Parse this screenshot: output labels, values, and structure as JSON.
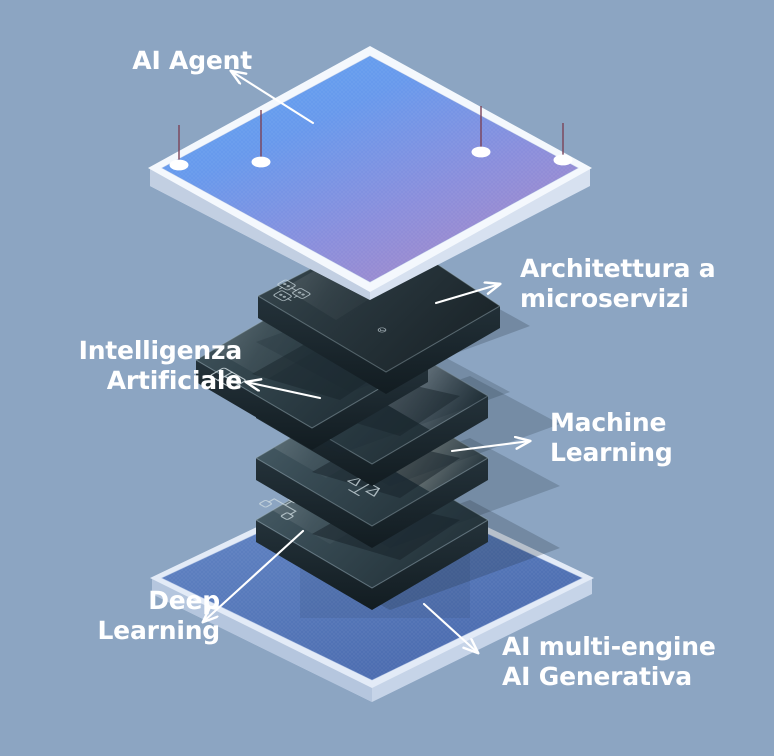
{
  "background_color": "#8ca5c2",
  "text_color": "#ffffff",
  "diagram": {
    "type": "isometric-layer-stack",
    "title": "AI Stack",
    "layer_count": 6,
    "labels": {
      "ai_agent": "AI Agent",
      "microservizi": "Architettura a\nmicroservizi",
      "intelligenza": "Intelligenza\nArtificiale",
      "machine_learning": "Machine\nLearning",
      "deep_learning": "Deep\nLearning",
      "ai_generativa": "AI multi-engine\nAI Generativa"
    },
    "layers": [
      {
        "id": "top-plate",
        "label_key": "ai_agent",
        "kind": "large-gradient-plate",
        "colors": [
          "#5aa2ef",
          "#6f8ee6",
          "#a08ac6"
        ],
        "border_color": "#f2f6fb",
        "pin_count": 4,
        "pin_color": "#ffffff",
        "pin_stem_color": "#7a3f55"
      },
      {
        "id": "layer-microservizi",
        "label_key": "microservizi",
        "kind": "dark-plate",
        "icon": "containers-icon",
        "colors": [
          "#2d3b42",
          "#1d262b"
        ]
      },
      {
        "id": "layer-intelligenza",
        "label_key": "intelligenza",
        "kind": "dark-plate",
        "icon": "window-layout-icon",
        "colors": [
          "#354750",
          "#22303a"
        ]
      },
      {
        "id": "layer-ai-brain",
        "label_key": "intelligenza",
        "kind": "dark-plate-icon",
        "icon": "brain-chip-icon",
        "colors": [
          "#3a4e58",
          "#26343c"
        ]
      },
      {
        "id": "layer-machine-learning",
        "label_key": "machine_learning",
        "kind": "dark-plate-highlight",
        "icon": "scales-icon",
        "colors": [
          "#415761",
          "#2a3a43"
        ],
        "highlight_color": "#f4efd8"
      },
      {
        "id": "layer-deep-learning",
        "label_key": "deep_learning",
        "kind": "dark-plate",
        "icon": "network-tree-icon",
        "colors": [
          "#445a63",
          "#2c3d46"
        ]
      },
      {
        "id": "bottom-plate",
        "label_key": "ai_generativa",
        "kind": "large-blue-plate",
        "colors": [
          "#5d7fc0",
          "#4a6bb0"
        ],
        "border_color": "#dfe8f5"
      }
    ],
    "icons": [
      "containers-icon",
      "window-layout-icon",
      "brain-chip-icon",
      "scales-icon",
      "network-tree-icon"
    ],
    "arrow_color": "#ffffff",
    "arrow_count": 6
  }
}
